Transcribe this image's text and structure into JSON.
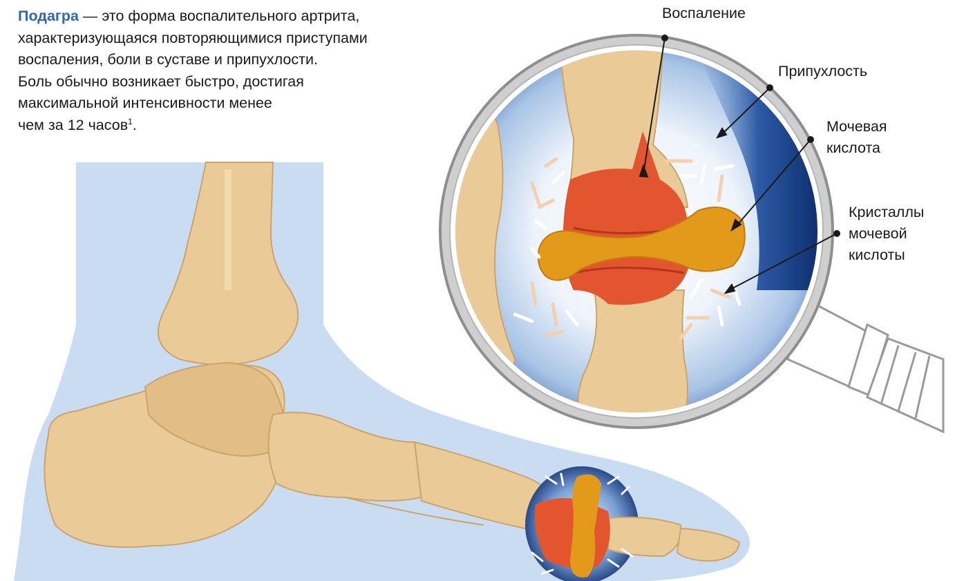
{
  "intro": {
    "term": "Подагра",
    "line1_rest": " — это форма воспалительного артрита,",
    "line2": "характеризующаяся повторяющимися приступами",
    "line3": "воспаления, боли в суставе и припухлости.",
    "line4": "Боль обычно возникает быстро, достигая",
    "line5": "максимальной интенсивности менее",
    "line6": "чем за 12 часов",
    "footnote": "1",
    "line6_end": "."
  },
  "labels": {
    "inflammation": "Воспаление",
    "swelling": "Припухлость",
    "uric_acid": "Мочевая\nкислота",
    "crystals": "Кристаллы\nмочевой\nкислоты"
  },
  "colors": {
    "term_blue": "#2f67b1",
    "skin_blue": "#cadcf2",
    "bone": "#eacb98",
    "bone_shadow": "#c9a56d",
    "inflammation_red": "#e2552f",
    "uric_acid_orange": "#e39a1b",
    "lens_rim": "#a9a9a9",
    "deep_blue": "#0f2f6d"
  },
  "icons": {
    "lens": "magnifier-icon",
    "foot": "foot-skeleton-illustration"
  }
}
